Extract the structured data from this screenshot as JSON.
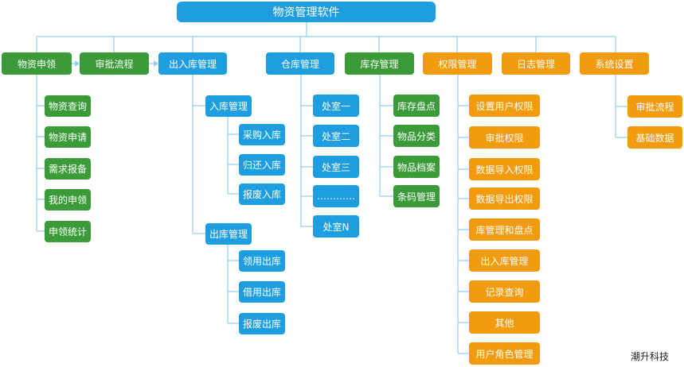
{
  "root": "物资管理软件",
  "categories": [
    {
      "id": "c1",
      "label": "物资申领",
      "color": "green",
      "items": [
        "物资查询",
        "物资申请",
        "需求报备",
        "我的申领",
        "申领统计"
      ]
    },
    {
      "id": "c2",
      "label": "审批流程",
      "color": "green"
    },
    {
      "id": "c3",
      "label": "出入库管理",
      "color": "blue",
      "subgroups": [
        {
          "label": "入库管理",
          "items": [
            "采购入库",
            "归还入库",
            "报废入库"
          ]
        },
        {
          "label": "出库管理",
          "items": [
            "领用出库",
            "借用出库",
            "报废出库"
          ]
        }
      ]
    },
    {
      "id": "c4",
      "label": "仓库管理",
      "color": "blue",
      "items": [
        "处室一",
        "处室二",
        "处室三",
        "…………",
        "处室N"
      ]
    },
    {
      "id": "c5",
      "label": "库存管理",
      "color": "green",
      "items": [
        "库存盘点",
        "物品分类",
        "物品档案",
        "条码管理"
      ]
    },
    {
      "id": "c6",
      "label": "权限管理",
      "color": "orange",
      "items": [
        "设置用户权限",
        "审批权限",
        "数据导入权限",
        "数据导出权限",
        "库管理和盘点",
        "出入库管理",
        "记录查询",
        "其他",
        "用户角色管理"
      ]
    },
    {
      "id": "c7",
      "label": "日志管理",
      "color": "orange"
    },
    {
      "id": "c8",
      "label": "系统设置",
      "color": "orange",
      "items": [
        "审批流程",
        "基础数据"
      ]
    }
  ],
  "watermark": "潮升科技",
  "colors": {
    "blue": "#1e9ee0",
    "green": "#3a9b38",
    "orange": "#f39b0f",
    "line": "#8fd0ee"
  }
}
